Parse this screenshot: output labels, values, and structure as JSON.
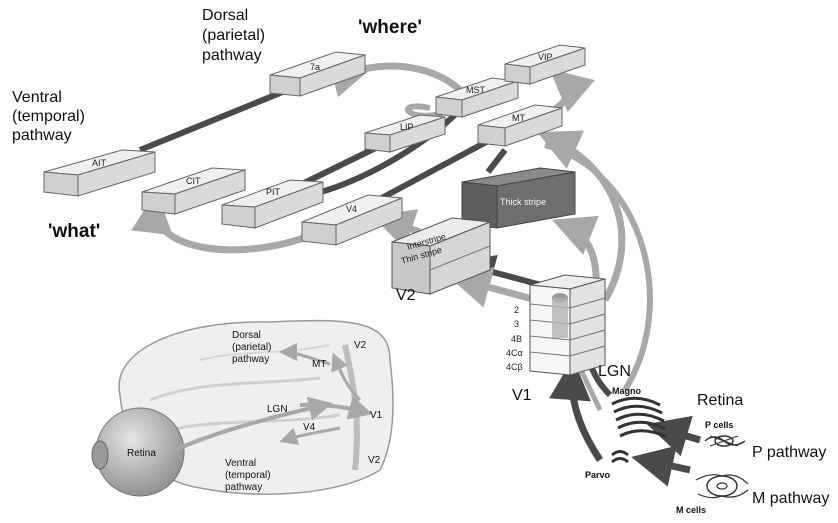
{
  "labels": {
    "dorsal": [
      "Dorsal",
      "(parietal)",
      "pathway"
    ],
    "ventral": [
      "Ventral",
      "(temporal)",
      "pathway"
    ],
    "where": "'where'",
    "what": "'what'",
    "v2": "V2",
    "v1": "V1",
    "lgn": "LGN",
    "retina": "Retina",
    "magno": "Magno",
    "parvo": "Parvo",
    "p_cells": "P cells",
    "m_cells": "M cells",
    "p_pathway": "P pathway",
    "m_pathway": "M pathway"
  },
  "areas": {
    "ait": "AIT",
    "cit": "CIT",
    "pit": "PIT",
    "v4": "V4",
    "lip": "LIP",
    "a7a": "7a",
    "mst": "MST",
    "vip": "VIP",
    "mt": "MT",
    "thick_stripe": "Thick stripe",
    "interstripe": "Interstripe",
    "thin_stripe": "Thin stripe"
  },
  "v1_layers": [
    "2",
    "3",
    "4B",
    "4Cα",
    "4Cβ"
  ],
  "brain_inset": {
    "dorsal": [
      "Dorsal",
      "(parietal)",
      "pathway"
    ],
    "ventral": [
      "Ventral",
      "(temporal)",
      "pathway"
    ],
    "mt": "MT",
    "v2_top": "V2",
    "v2_bottom": "V2",
    "lgn": "LGN",
    "v1": "V1",
    "v4": "V4",
    "retina": "Retina"
  },
  "colors": {
    "dark_arrow": "#4a4a4a",
    "light_arrow": "#a8a8a8",
    "box_top": "#f0f0f0",
    "box_front": "#dadada",
    "thick_stripe": "#6e6e6e"
  }
}
